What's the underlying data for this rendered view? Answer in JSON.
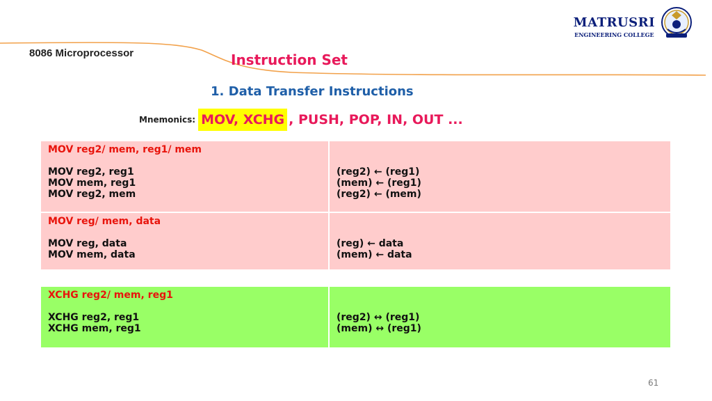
{
  "header": {
    "subject": "8086 Microprocessor",
    "title": "Instruction Set",
    "brand_name": "MATRUSRI",
    "brand_subtitle": "ENGINEERING COLLEGE"
  },
  "section": {
    "heading": "1. Data Transfer Instructions",
    "mnemonics_label": "Mnemonics:",
    "mnemonics_highlight": "MOV, XCHG",
    "mnemonics_rest": ", PUSH, POP, IN, OUT ..."
  },
  "tables": {
    "mov": {
      "groups": [
        {
          "heading": "MOV reg2/ mem, reg1/ mem",
          "instructions": [
            "MOV reg2, reg1",
            "MOV mem, reg1",
            "MOV reg2, mem"
          ],
          "operations": [
            "(reg2) ← (reg1)",
            "(mem) ← (reg1)",
            "(reg2) ← (mem)"
          ]
        },
        {
          "heading": "MOV reg/ mem, data",
          "instructions": [
            "MOV reg, data",
            "MOV mem, data"
          ],
          "operations": [
            "(reg) ← data",
            "(mem) ← data"
          ]
        }
      ]
    },
    "xchg": {
      "heading": "XCHG reg2/ mem, reg1",
      "instructions": [
        "XCHG reg2, reg1",
        "XCHG mem, reg1"
      ],
      "operations": [
        "(reg2) ↔ (reg1)",
        "(mem) ↔ (reg1)"
      ]
    }
  },
  "footer": {
    "page_number": "61"
  },
  "colors": {
    "title": "#e8195a",
    "heading": "#1f5fa8",
    "mov_background": "#ffcccc",
    "xchg_background": "#99ff66",
    "group_heading": "#e8140c",
    "highlight": "#ffff00"
  }
}
